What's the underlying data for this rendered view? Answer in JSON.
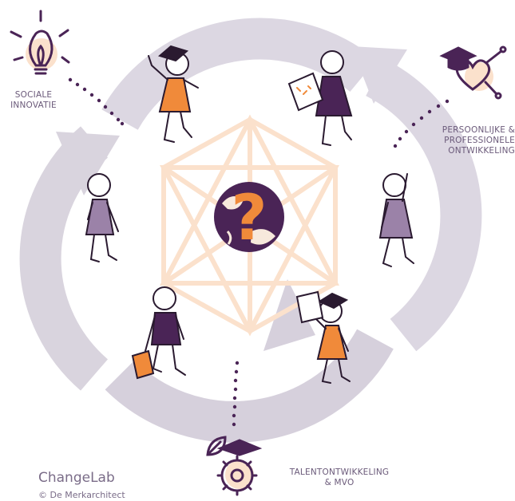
{
  "labels": {
    "social_line1": "SOCIALE",
    "social_line2": "INNOVATIE",
    "personal_line1": "PERSOONLIJKE &",
    "personal_line2": "PROFESSIONELE",
    "personal_line3": "ONTWIKKELING",
    "talent_line1": "TALENTONTWIKKELING",
    "talent_line2": "& MVO"
  },
  "brand": "ChangeLab",
  "credit": "© De Merkarchitect",
  "center_symbol": "?",
  "icons": [
    "lightbulb-icon",
    "graduation-heart-icon",
    "leaf-cap-gear-icon",
    "globe-question-icon"
  ],
  "colors": {
    "arrow": "#d9d4de",
    "star": "#fbe3cf",
    "purple": "#4a2456",
    "lilac": "#9b82a8",
    "orange": "#f08a3a",
    "text": "#6b5a7a"
  }
}
